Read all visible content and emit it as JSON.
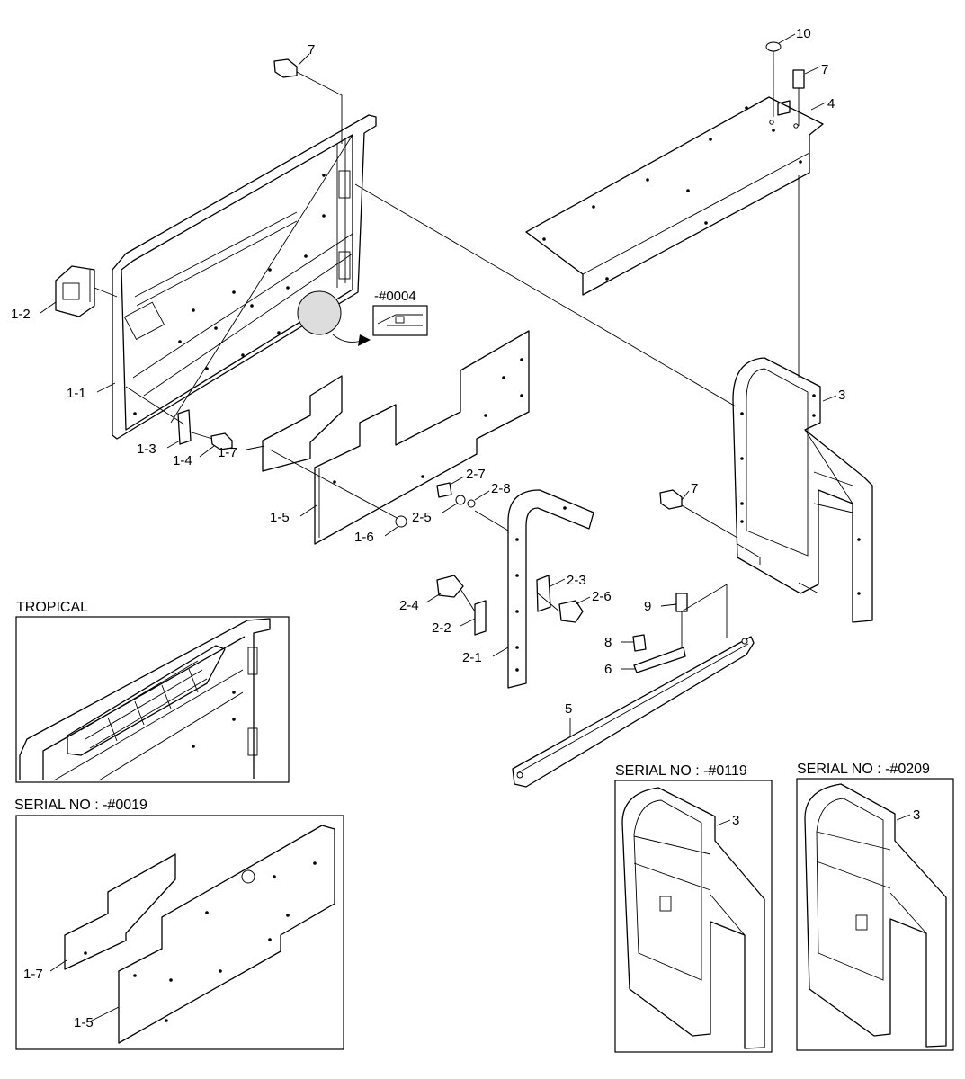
{
  "callouts": {
    "c7a": "7",
    "c10": "10",
    "c7b": "7",
    "c4": "4",
    "c1_2": "1-2",
    "c0004": "-#0004",
    "c1_1": "1-1",
    "c3": "3",
    "c1_3": "1-3",
    "c1_4": "1-4",
    "c1_7": "1-7",
    "c2_7": "2-7",
    "c2_8": "2-8",
    "c7c": "7",
    "c2_5": "2-5",
    "c1_5": "1-5",
    "c1_6": "1-6",
    "c2_3": "2-3",
    "c2_4": "2-4",
    "c2_6": "2-6",
    "c9": "9",
    "c2_2": "2-2",
    "c8": "8",
    "c2_1": "2-1",
    "c6": "6",
    "c5": "5"
  },
  "insets": {
    "tropical": {
      "title": "TROPICAL"
    },
    "serial19": {
      "title": "SERIAL NO : -#0019",
      "c1_7": "1-7",
      "c1_5": "1-5"
    },
    "serial119": {
      "title": "SERIAL NO : -#0119",
      "c3": "3"
    },
    "serial209": {
      "title": "SERIAL NO : -#0209",
      "c3": "3"
    }
  }
}
